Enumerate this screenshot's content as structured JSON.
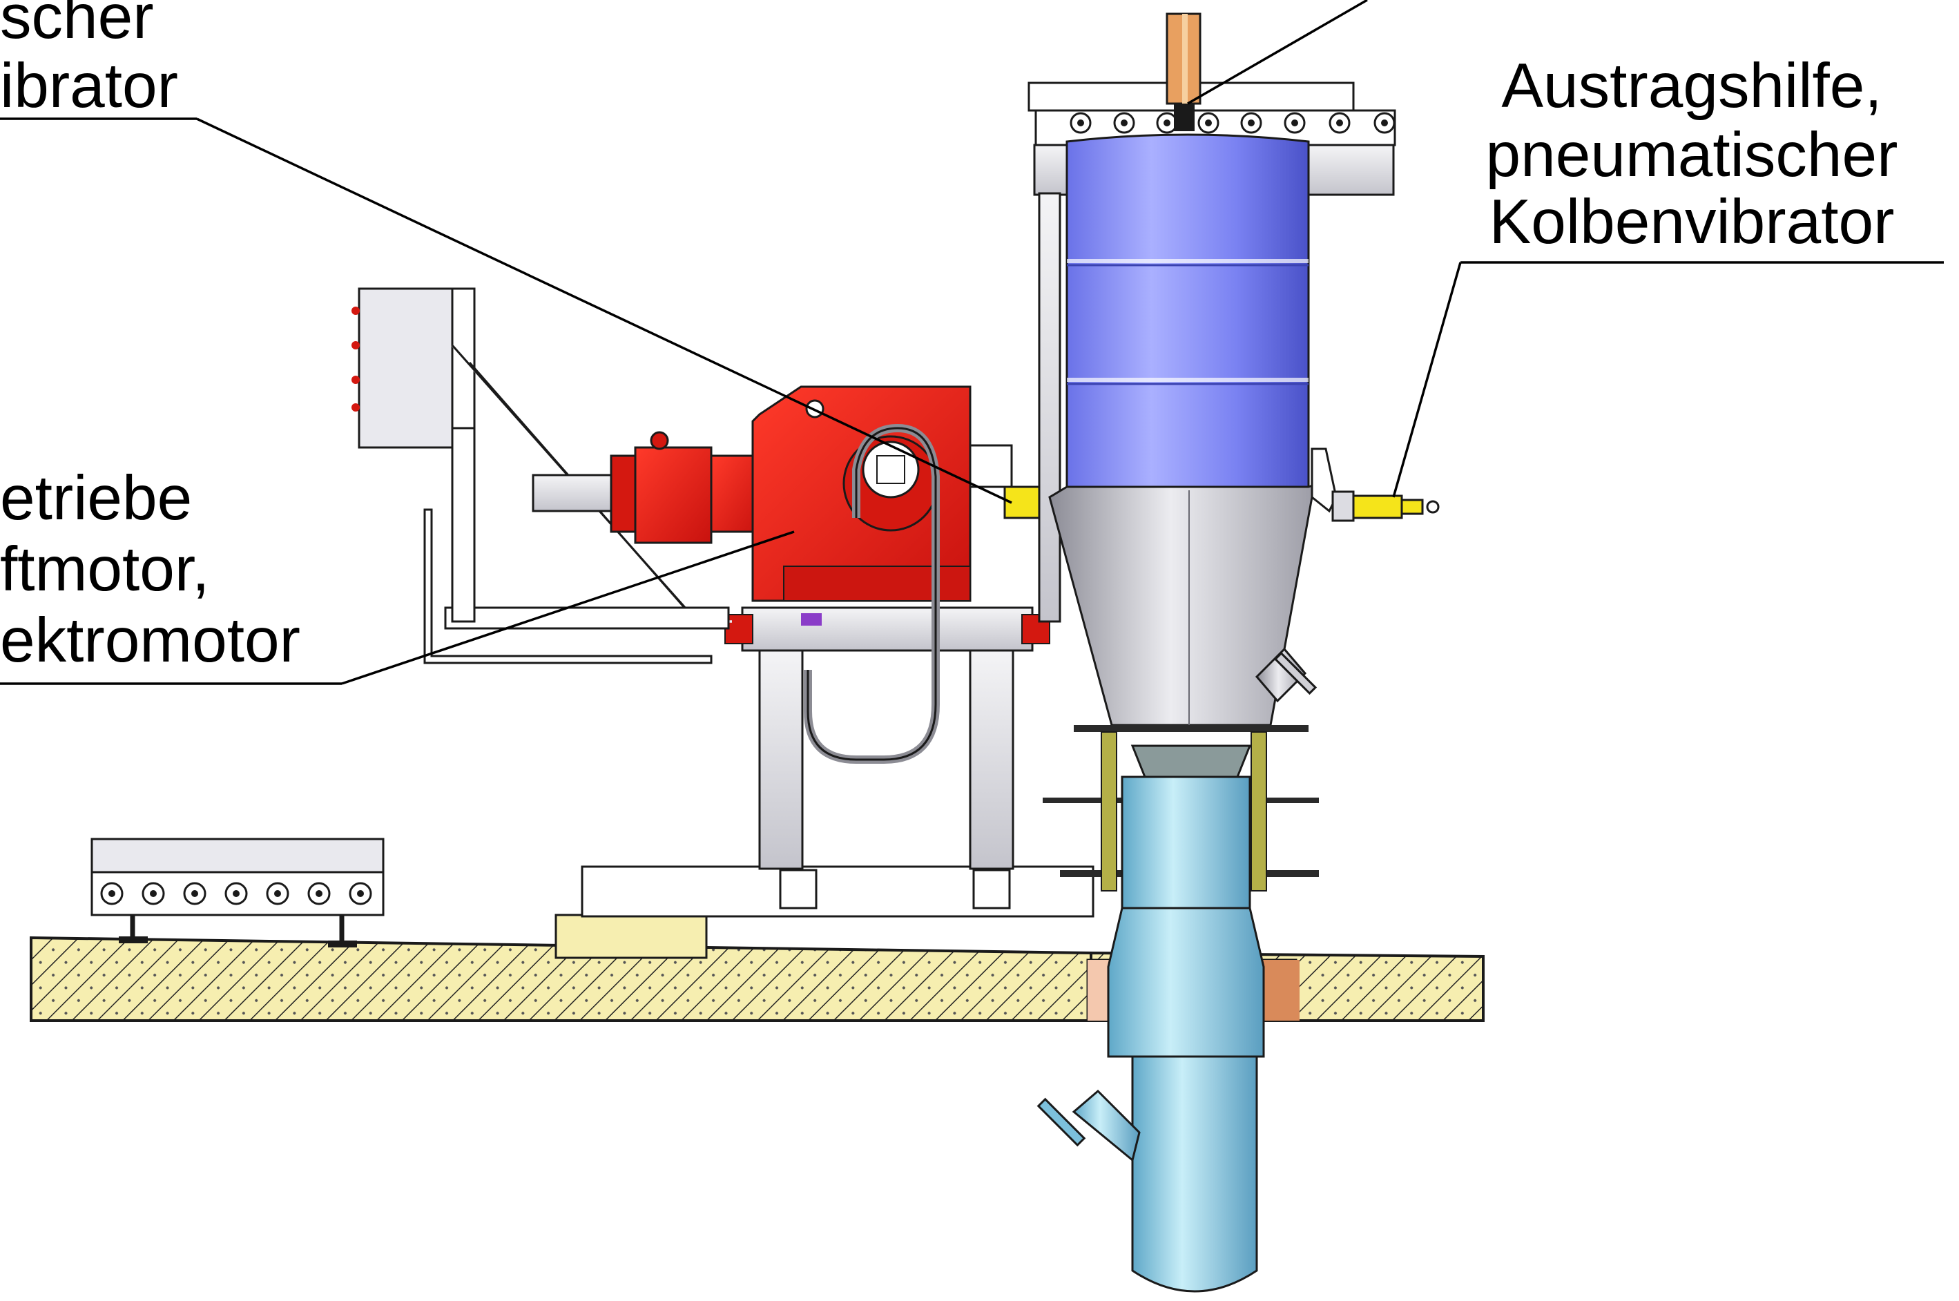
{
  "diagram": {
    "labels": {
      "top_left_partial": [
        "scher",
        "ibrator"
      ],
      "right": [
        "Austragshilfe,",
        "pneumatischer",
        "Kolbenvibrator"
      ],
      "left_partial": [
        "etriebe",
        "ftmotor,",
        "ektromotor"
      ]
    },
    "components": {
      "gearbox": "gearmotor-red",
      "hopper": "hopper-blue",
      "cone": "cone-gray",
      "outlet": "outlet-pipe-light-blue",
      "floor": "concrete-floor-hatched",
      "vibrator": "piston-vibrator-yellow"
    },
    "colors": {
      "gearbox_red": "#e8201a",
      "hopper_blue": "#7a82f2",
      "cone_gray": "#bcbcc4",
      "pipe_blue": "#8fd0e6",
      "floor_yellow": "#f6eeb0",
      "vibrator_yellow": "#f5e41a",
      "terracotta": "#d98a5a"
    }
  }
}
